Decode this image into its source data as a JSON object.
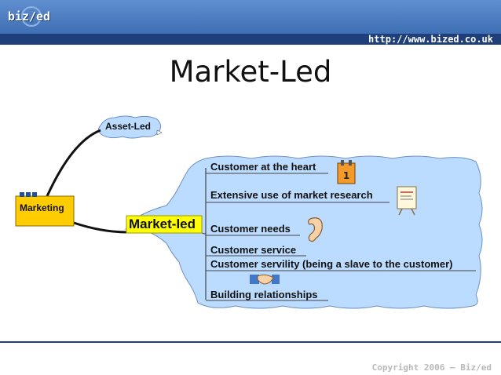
{
  "header": {
    "logo_text": "biz/ed",
    "url": "http://www.bized.co.uk"
  },
  "title": "Market-Led",
  "diagram": {
    "root": "Marketing",
    "branch_top": "Asset-Led",
    "branch_main": "Market-led",
    "items": [
      "Customer at the heart",
      "Extensive use of market research",
      "Customer needs",
      "Customer service",
      "Customer servility (being a slave to the customer)",
      "Building relationships"
    ]
  },
  "footer": {
    "copyright": "Copyright 2006 – Biz/ed"
  },
  "colors": {
    "header": "#3f6fb4",
    "band": "#1f3f7a",
    "cloud": "#bcdcff",
    "root_box": "#ffcc00",
    "branch_box": "#ffff00"
  }
}
